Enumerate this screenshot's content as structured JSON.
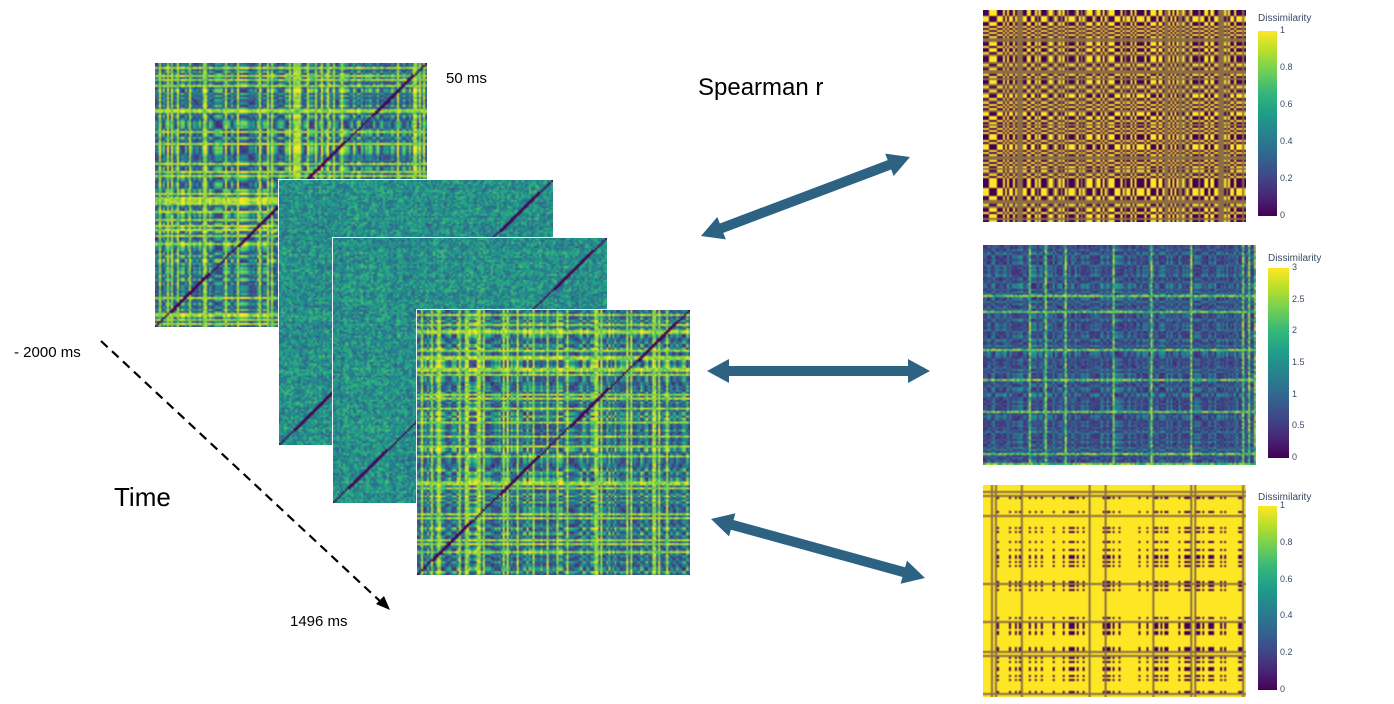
{
  "figure": {
    "description": "Time-resolved neural RDMs compared to model RDMs via Spearman correlation",
    "time_axis": {
      "title": "Time",
      "start_label": "- 2000 ms",
      "end_label": "1496 ms"
    },
    "neural_rdms": [
      {
        "name": "rdm-t1",
        "time_label": "50 ms",
        "style": "structured"
      },
      {
        "name": "rdm-t2",
        "time_label": "",
        "style": "noisy"
      },
      {
        "name": "rdm-t3",
        "time_label": "",
        "style": "noisy"
      },
      {
        "name": "rdm-t4",
        "time_label": "",
        "style": "structured"
      }
    ],
    "comparison_label": "Spearman r",
    "arrow_color": "#2d6282",
    "model_rdms": [
      {
        "name": "model-rdm-1",
        "style": "binary-purple",
        "colorbar": {
          "title": "Dissimilarity",
          "min": 0,
          "max": 1,
          "ticks": [
            "1",
            "0.8",
            "0.6",
            "0.4",
            "0.2",
            "0"
          ]
        }
      },
      {
        "name": "model-rdm-2",
        "style": "continuous",
        "colorbar": {
          "title": "Dissimilarity",
          "min": 0,
          "max": 3,
          "ticks": [
            "3",
            "2.5",
            "2",
            "1.5",
            "1",
            "0.5",
            "0"
          ]
        }
      },
      {
        "name": "model-rdm-3",
        "style": "binary-yellow",
        "colorbar": {
          "title": "Dissimilarity",
          "min": 0,
          "max": 1,
          "ticks": [
            "1",
            "0.8",
            "0.6",
            "0.4",
            "0.2",
            "0"
          ]
        }
      }
    ],
    "colormap": "viridis"
  }
}
